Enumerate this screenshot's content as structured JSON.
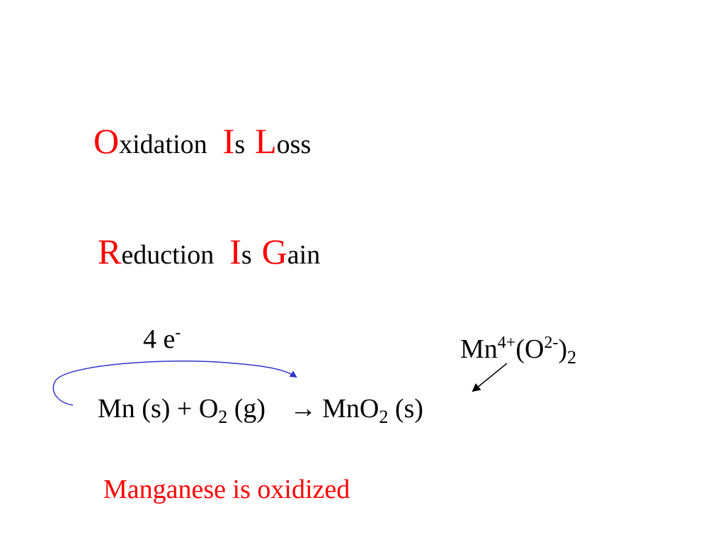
{
  "mnemonic": {
    "line1": [
      {
        "cap": "O",
        "rest": "xidation"
      },
      {
        "cap": "I",
        "rest": "s"
      },
      {
        "cap": "L",
        "rest": "oss"
      }
    ],
    "line2": [
      {
        "cap": "R",
        "rest": "eduction"
      },
      {
        "cap": "I",
        "rest": "s"
      },
      {
        "cap": "G",
        "rest": "ain"
      }
    ]
  },
  "electron_label": {
    "count": "4 e",
    "charge": "-"
  },
  "ion_formula": {
    "metal": "Mn",
    "metal_charge": "4+",
    "open": "(O",
    "oxide_charge": "2-",
    "close": ")",
    "count": "2"
  },
  "equation": {
    "reactant1": "Mn (s) + O",
    "o2_sub": "2",
    "reactant2_state": " (g)",
    "arrow": "→",
    "product": "MnO",
    "product_sub": "2",
    "product_state": " (s)"
  },
  "conclusion": "Manganese is oxidized",
  "colors": {
    "accent_red": "#ff0000",
    "curve_blue": "#3333cc",
    "text": "#000000"
  }
}
